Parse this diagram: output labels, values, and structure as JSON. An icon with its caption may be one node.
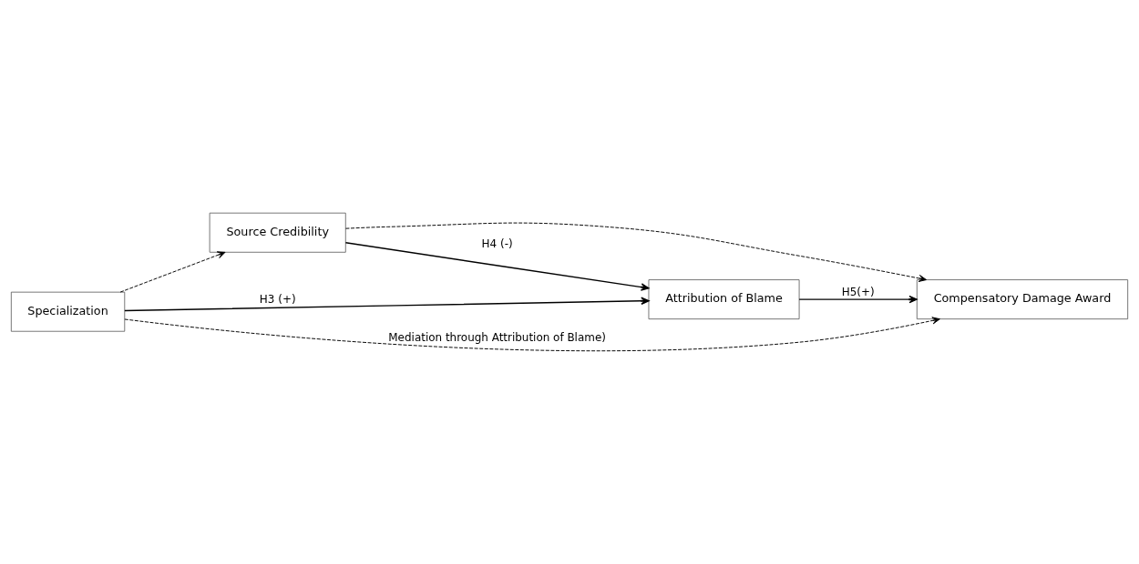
{
  "diagram": {
    "nodes": [
      {
        "text": [
          "Specialization"
        ]
      },
      {
        "text": [
          "Source Credibility"
        ]
      },
      {
        "text": [
          "Attribution of Blame"
        ]
      },
      {
        "text": [
          "Compensatory Damage Award"
        ]
      }
    ],
    "edges": [
      {
        "from": 0,
        "to": 1,
        "arrow": "to",
        "style": "dashed"
      },
      {
        "from": 1,
        "to": 3,
        "arrow": "to",
        "style": "dashed"
      },
      {
        "from": 0,
        "to": 3,
        "arrow": "to",
        "style": "dashed",
        "label": "Mediation through Attribution of Blame)"
      },
      {
        "from": 1,
        "to": 2,
        "arrow": "to",
        "label": "H4 (-)"
      },
      {
        "from": 0,
        "to": 2,
        "arrow": "to",
        "label": "H3 (+)"
      },
      {
        "from": 2,
        "to": 3,
        "arrow": "to",
        "label": "H5(+)"
      }
    ]
  }
}
